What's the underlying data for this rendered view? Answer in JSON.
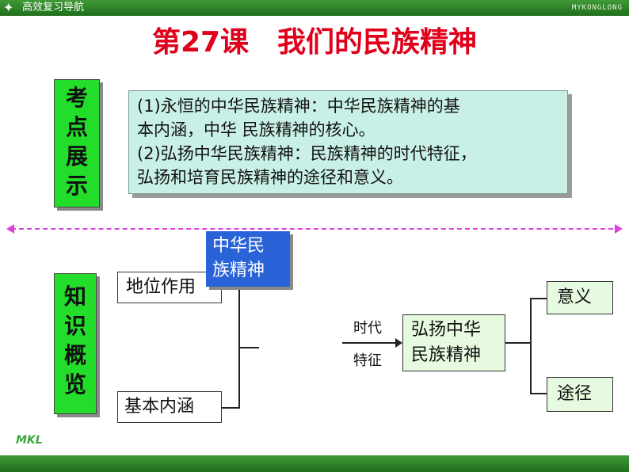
{
  "header": {
    "nav_label": "高效复习导航",
    "brand": "MYKONGLONG"
  },
  "title": "第27课　我们的民族精神",
  "kaodian": {
    "label_chars": [
      "考",
      "点",
      "展",
      "示"
    ],
    "lines": [
      "(1)永恒的中华民族精神：中华民族精神的基",
      "本内涵，中华  民族精神的核心。",
      "(2)弘扬中华民族精神：民族精神的时代特征，",
      "弘扬和培育民族精神的途径和意义。"
    ]
  },
  "zhishi": {
    "label_chars": [
      "知",
      "识",
      "概",
      "览"
    ]
  },
  "diagram": {
    "center": [
      "中华民",
      "族精神"
    ],
    "left_top": "地位作用",
    "left_bottom": "基本内涵",
    "arrow_top": "时代",
    "arrow_bottom": "特征",
    "right_center": [
      "弘扬中华",
      "民族精神"
    ],
    "right_top": "意义",
    "right_bottom": "途径"
  },
  "logo": "MKL"
}
